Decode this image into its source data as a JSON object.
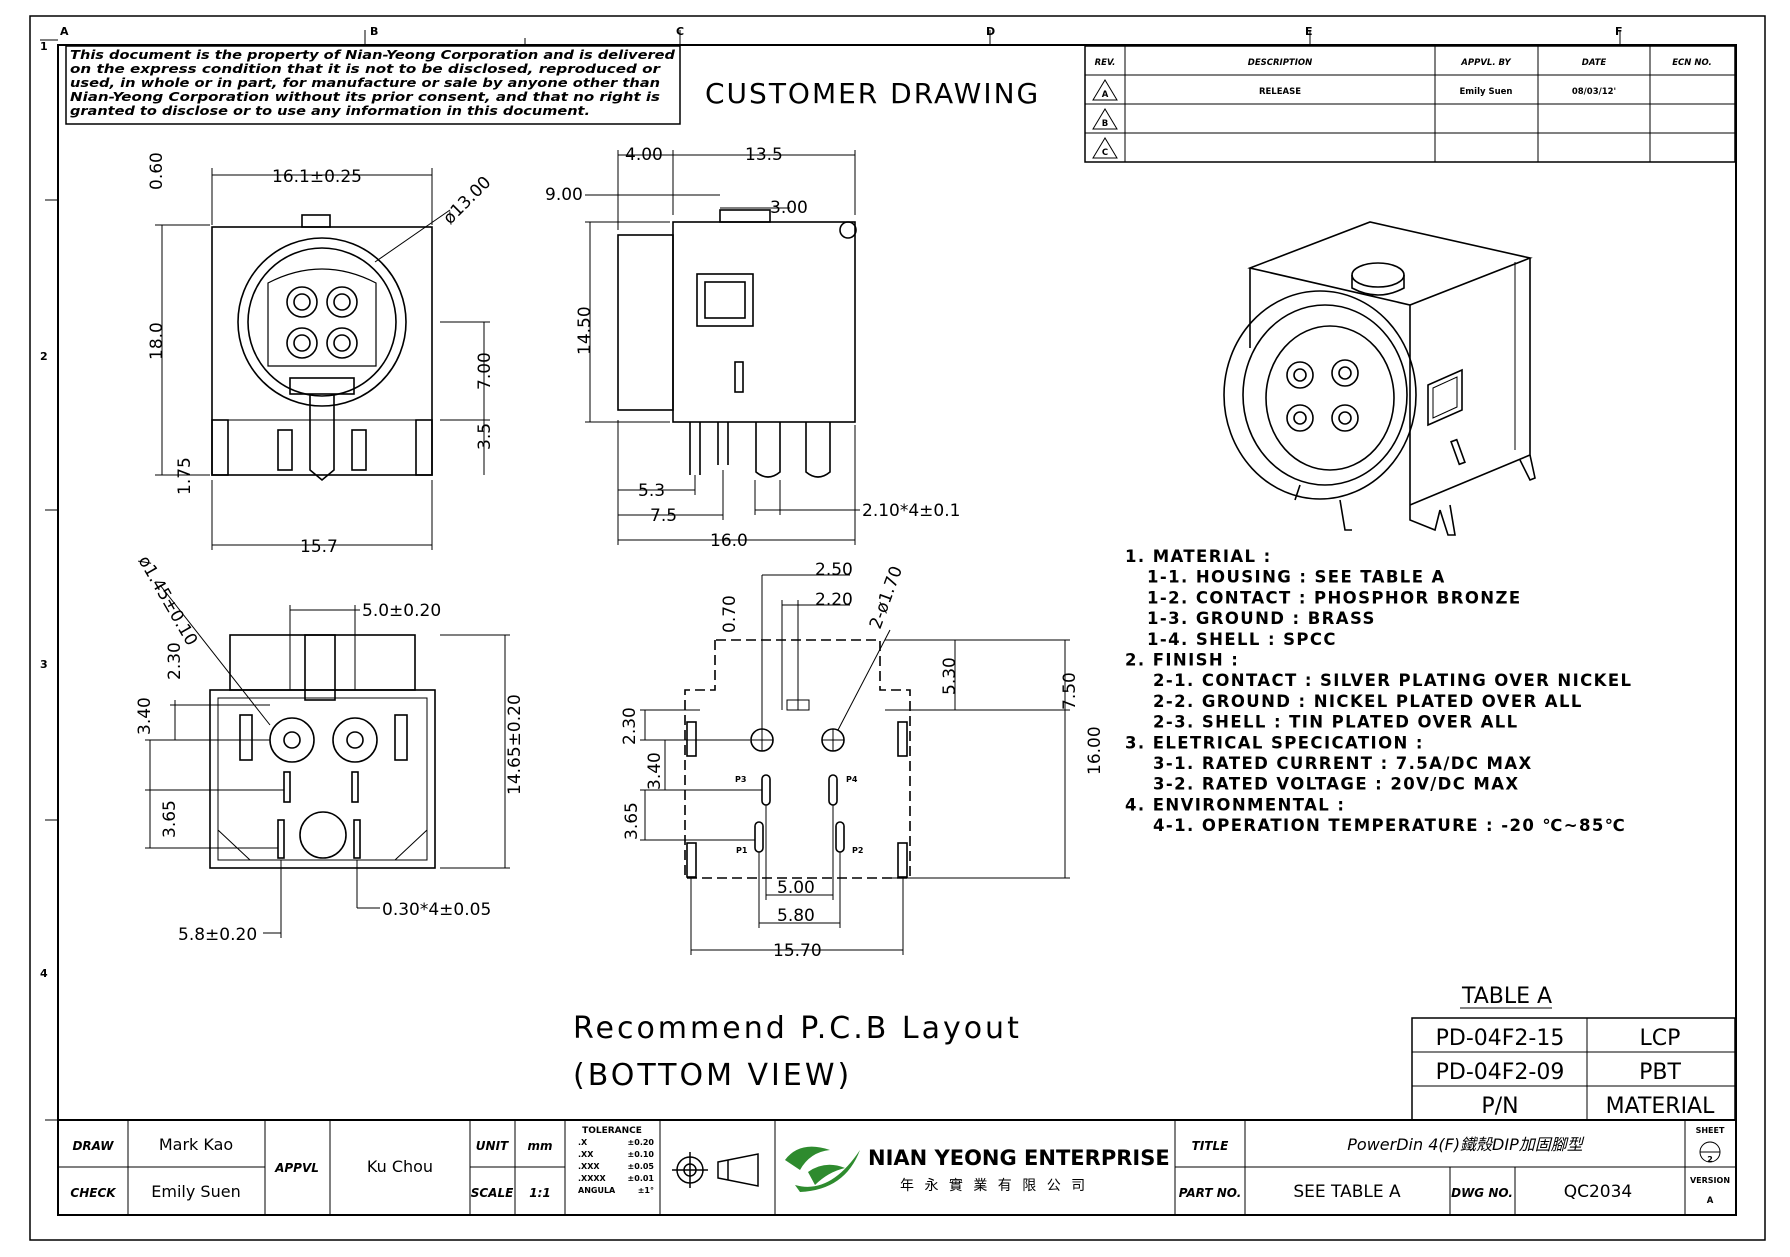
{
  "border": {
    "zones_top": [
      "A",
      "B",
      "C",
      "D",
      "E",
      "F"
    ],
    "zones_left": [
      "1",
      "2",
      "3",
      "4"
    ]
  },
  "disclaimer": [
    "This document is the property of Nian-Yeong Corporation and is delivered",
    "on the express condition that it is not to be disclosed, reproduced or",
    "used, in whole or in part, for manufacture or sale by anyone other than",
    "Nian-Yeong Corporation without its prior consent, and that no right is",
    "granted to disclose or to use any information in this document."
  ],
  "drawing_title": "CUSTOMER DRAWING",
  "revision_table": {
    "headers": [
      "REV.",
      "DESCRIPTION",
      "APPVL. BY",
      "DATE",
      "ECN NO."
    ],
    "rows": [
      {
        "rev": "A",
        "description": "RELEASE",
        "appvl": "Emily Suen",
        "date": "08/03/12'",
        "ecn": ""
      },
      {
        "rev": "B",
        "description": "",
        "appvl": "",
        "date": "",
        "ecn": ""
      },
      {
        "rev": "C",
        "description": "",
        "appvl": "",
        "date": "",
        "ecn": ""
      }
    ]
  },
  "front_view": {
    "dims": {
      "w_top": "16.1±0.25",
      "h_top": "0.60",
      "dia": "ø13.00",
      "h_total": "18.0",
      "h_pin": "7.00",
      "h_35": "3.5",
      "h_175": "1.75",
      "w_bot": "15.7"
    }
  },
  "side_view": {
    "dims": {
      "d400": "4.00",
      "d135": "13.5",
      "d900": "9.00",
      "d300": "3.00",
      "d1450": "14.50",
      "d53": "5.3",
      "d75": "7.5",
      "d160": "16.0",
      "pins": "2.10*4±0.1"
    }
  },
  "bottom_view": {
    "dims": {
      "hole": "ø1.45±0.10",
      "w50": "5.0±0.20",
      "d230": "2.30",
      "d340": "3.40",
      "d365": "3.65",
      "h1465": "14.65±0.20",
      "pins": "0.30*4±0.05",
      "w58": "5.8±0.20"
    }
  },
  "pcb_layout": {
    "dims": {
      "d250": "2.50",
      "d220": "2.20",
      "d070": "0.70",
      "d2hole": "2-ø1.70",
      "d530": "5.30",
      "d750": "7.50",
      "d1600": "16.00",
      "d230": "2.30",
      "d340": "3.40",
      "d365": "3.65",
      "d500": "5.00",
      "d580": "5.80",
      "d1570": "15.70"
    },
    "pins": [
      "P3",
      "P4",
      "P1",
      "P2"
    ],
    "caption_1": "Recommend P.C.B Layout",
    "caption_2": "(BOTTOM VIEW)"
  },
  "notes": [
    {
      "text": "1. MATERIAL :",
      "indent": 0
    },
    {
      "text": "1-1. HOUSING : SEE TABLE A",
      "indent": 1
    },
    {
      "text": "1-2. CONTACT : PHOSPHOR BRONZE",
      "indent": 1
    },
    {
      "text": "1-3. GROUND : BRASS",
      "indent": 1
    },
    {
      "text": "1-4. SHELL : SPCC",
      "indent": 1
    },
    {
      "text": "2. FINISH :",
      "indent": 0
    },
    {
      "text": "2-1. CONTACT : SILVER PLATING OVER NICKEL",
      "indent": 1
    },
    {
      "text": "2-2. GROUND : NICKEL PLATED OVER ALL",
      "indent": 1
    },
    {
      "text": "2-3. SHELL : TIN PLATED OVER ALL",
      "indent": 1
    },
    {
      "text": "3. ELETRICAL SPECICATION :",
      "indent": 0
    },
    {
      "text": "3-1. RATED CURRENT : 7.5A/DC MAX",
      "indent": 1
    },
    {
      "text": "3-2. RATED VOLTAGE : 20V/DC MAX",
      "indent": 1
    },
    {
      "text": "4. ENVIRONMENTAL :",
      "indent": 0
    },
    {
      "text": "4-1. OPERATION TEMPERATURE : -20 ℃~85℃",
      "indent": 1
    }
  ],
  "table_a": {
    "title": "TABLE A",
    "rows": [
      [
        "PD-04F2-15",
        "LCP"
      ],
      [
        "PD-04F2-09",
        "PBT"
      ],
      [
        "P/N",
        "MATERIAL"
      ]
    ]
  },
  "title_block": {
    "draw_label": "DRAW",
    "draw": "Mark Kao",
    "check_label": "CHECK",
    "check": "Emily Suen",
    "appvl_label": "APPVL",
    "appvl": "Ku Chou",
    "unit_label": "UNIT",
    "unit": "mm",
    "scale_label": "SCALE",
    "scale": "1:1",
    "tolerance_title": "TOLERANCE",
    "tolerance": [
      [
        ".X",
        "±0.20"
      ],
      [
        ".XX",
        "±0.10"
      ],
      [
        ".XXX",
        "±0.05"
      ],
      [
        ".XXXX",
        "±0.01"
      ],
      [
        "ANGULA",
        "±1°"
      ]
    ],
    "company": "NIAN YEONG ENTERPRISE",
    "company_cn": "年 永 實 業 有 限 公 司",
    "title_label": "TITLE",
    "title": "PowerDin 4(F)鐵殼DIP加固腳型",
    "partno_label": "PART NO.",
    "partno": "SEE TABLE A",
    "dwgno_label": "DWG NO.",
    "dwgno": "QC2034",
    "sheet_label": "SHEET",
    "sheet": "2",
    "version_label": "VERSION",
    "version": "A"
  }
}
